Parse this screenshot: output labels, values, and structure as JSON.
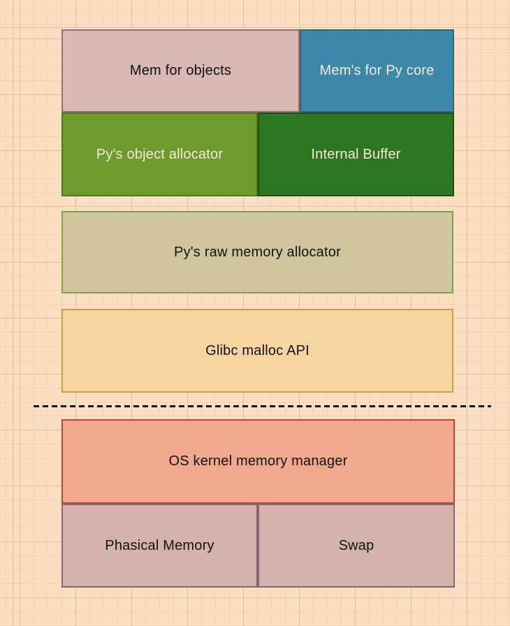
{
  "canvas": {
    "background": "#fbdfc2",
    "grid_minor_color": "#f0d2b5",
    "grid_major_color": "#dcc0a4"
  },
  "diagram": {
    "layers": [
      {
        "name": "mem-for-objects",
        "label": "Mem for objects",
        "fill": "#d7b9b1",
        "border": "#9b6b79",
        "text": "#111111"
      },
      {
        "name": "mem-for-py-core",
        "label": "Mem's for Py core",
        "fill": "#3d87a9",
        "border": "#2a6485",
        "text": "#f6ead4"
      },
      {
        "name": "py-object-allocator",
        "label": "Py's object allocator",
        "fill": "#6f9a30",
        "border": "#507622",
        "text": "#f6ead4"
      },
      {
        "name": "internal-buffer",
        "label": "Internal Buffer",
        "fill": "#2f7622",
        "border": "#1d4f15",
        "text": "#f6ead4"
      },
      {
        "name": "py-raw-memory-allocator",
        "label": "Py's raw memory allocator",
        "fill": "#cfc69e",
        "border": "#7fa04f",
        "text": "#111111"
      },
      {
        "name": "glibc-malloc-api",
        "label": "Glibc malloc API",
        "fill": "#f8d4a0",
        "border": "#d09c3e",
        "text": "#111111"
      },
      {
        "name": "os-kernel-memory-manager",
        "label": "OS kernel memory manager",
        "fill": "#f1a98e",
        "border": "#b04a38",
        "text": "#111111"
      },
      {
        "name": "phasical-memory",
        "label": "Phasical Memory",
        "fill": "#d3b4ac",
        "border": "#8d6475",
        "text": "#111111"
      },
      {
        "name": "swap",
        "label": "Swap",
        "fill": "#d3b4ac",
        "border": "#8d6475",
        "text": "#111111"
      }
    ],
    "separator": {
      "style": "dashed",
      "color": "#111111"
    }
  }
}
